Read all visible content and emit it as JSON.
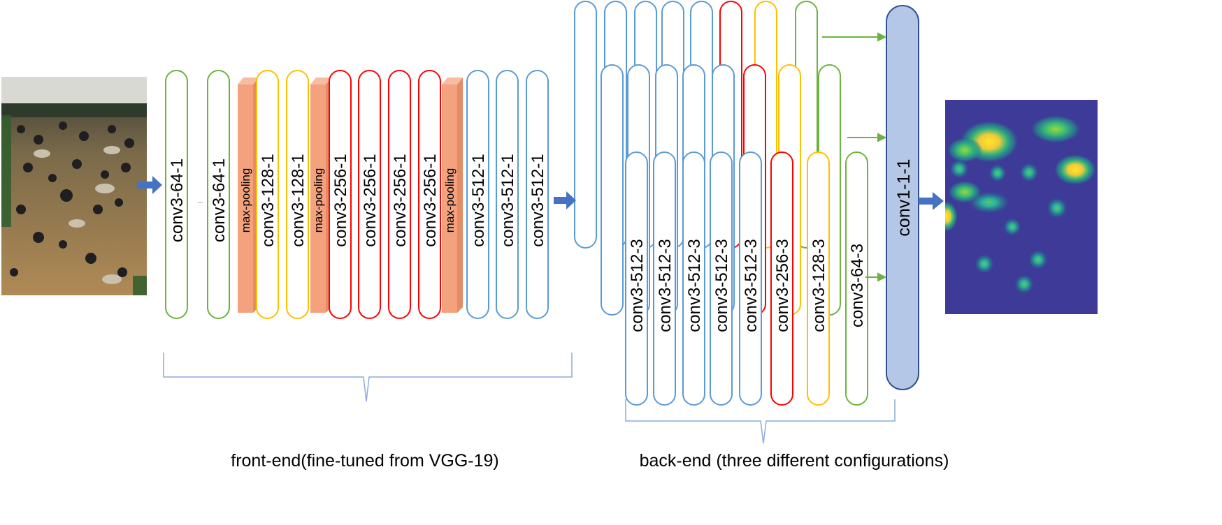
{
  "colors": {
    "green": "#6cb33f",
    "blue": "#5b9bd5",
    "yellow": "#ffc000",
    "red": "#ff0000",
    "pool_fill": "#f4a27e",
    "final_fill": "#b4c7e7",
    "final_stroke": "#2f528f",
    "arrow_blue": "#4472c4",
    "bracket": "#8eaadb"
  },
  "frontend": {
    "layers": [
      {
        "label": "conv3-64-1",
        "color": "green"
      },
      {
        "label": "conv3-64-1",
        "color": "green"
      },
      {
        "label": "max-pooling",
        "type": "pool"
      },
      {
        "label": "conv3-128-1",
        "color": "yellow"
      },
      {
        "label": "conv3-128-1",
        "color": "yellow"
      },
      {
        "label": "max-pooling",
        "type": "pool"
      },
      {
        "label": "conv3-256-1",
        "color": "red"
      },
      {
        "label": "conv3-256-1",
        "color": "red"
      },
      {
        "label": "conv3-256-1",
        "color": "red"
      },
      {
        "label": "conv3-256-1",
        "color": "red"
      },
      {
        "label": "max-pooling",
        "type": "pool"
      },
      {
        "label": "conv3-512-1",
        "color": "blue"
      },
      {
        "label": "conv3-512-1",
        "color": "blue"
      },
      {
        "label": "conv3-512-1",
        "color": "blue"
      }
    ],
    "caption": "front-end(fine-tuned from VGG-19)"
  },
  "backend": {
    "colors": [
      "blue",
      "blue",
      "blue",
      "blue",
      "blue",
      "red",
      "yellow",
      "green"
    ],
    "front_labels": [
      "conv3-512-3",
      "conv3-512-3",
      "conv3-512-3",
      "conv3-512-3",
      "conv3-512-3",
      "conv3-256-3",
      "conv3-128-3",
      "conv3-64-3"
    ],
    "caption": "back-end (three different configurations)"
  },
  "final_layer": {
    "label": "conv1-1-1"
  },
  "input_image": {
    "icon": "crowd-photo-icon"
  },
  "output_map": {
    "icon": "density-map-icon"
  }
}
